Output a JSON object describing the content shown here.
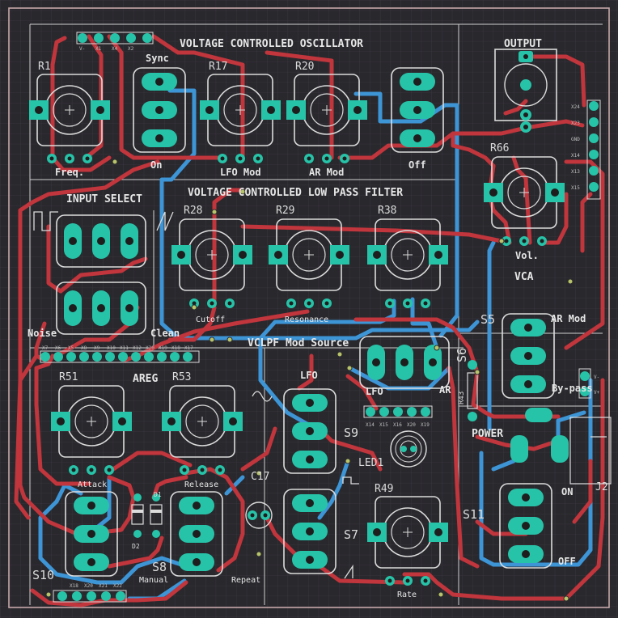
{
  "sections": {
    "vco": "VOLTAGE CONTROLLED OSCILLATOR",
    "vclpf": "VOLTAGE CONTROLLED LOW PASS FILTER",
    "input_select": "INPUT SELECT",
    "output": "OUTPUT",
    "vca": "VCA",
    "areg": "AREG",
    "vclpf_mod_source": "VCLPF Mod Source",
    "power": "POWER"
  },
  "designators": {
    "R1": "R1",
    "R17": "R17",
    "R20": "R20",
    "R28": "R28",
    "R29": "R29",
    "R38": "R38",
    "R49": "R49",
    "R51": "R51",
    "R53": "R53",
    "R66": "R66",
    "S5": "S5",
    "S6": "S6",
    "S7": "S7",
    "S8": "S8",
    "S9": "S9",
    "S10": "S10",
    "S11": "S11",
    "J2": "J2",
    "LED1": "LED1",
    "C17": "C17",
    "R43": "R43",
    "D1": "D1",
    "D2": "D2"
  },
  "labels": {
    "freq": "Freq.",
    "sync": "Sync",
    "on": "On",
    "lfo_mod": "LFO Mod",
    "ar_mod": "AR Mod",
    "off_vco": "Off",
    "cutoff": "Cutoff",
    "resonance": "Resonance",
    "noise": "Noise",
    "clean": "Clean",
    "lfo": "LFO",
    "lfo_ar": "LFO",
    "ar": "AR",
    "attack": "Attack",
    "release": "Release",
    "manual": "Manual",
    "repeat": "Repeat",
    "rate": "Rate",
    "vol": "Vol.",
    "ar_mod_vca": "AR Mod",
    "bypass": "By-pass",
    "on_power": "ON",
    "off_power": "OFF"
  },
  "connector_pins": {
    "top": [
      "V-",
      "X1",
      "X4",
      "X2"
    ],
    "right": [
      "X24",
      "X23",
      "GND",
      "X14",
      "X13",
      "X15"
    ],
    "middle": [
      "X7",
      "X6",
      "X5",
      "X8",
      "X9",
      "X10",
      "X11",
      "X12",
      "X20",
      "X19",
      "X18",
      "X17"
    ],
    "lfo": [
      "X14",
      "X15",
      "X16",
      "X20",
      "X19"
    ],
    "bottom": [
      "X18",
      "X20",
      "X21",
      "X22"
    ],
    "power": [
      "V-",
      "V+"
    ]
  },
  "colors": {
    "board": "#29282d",
    "grid": "#3c3b42",
    "outline": "#c6a7a9",
    "silk": "#e6e6e6",
    "pad": "#27c3a8",
    "pad_dark": "#1e8f7d",
    "hole": "#1e1e1e",
    "trace_front": "#c1353c",
    "trace_back": "#3d95d6",
    "via_ring": "#d9d08a"
  }
}
